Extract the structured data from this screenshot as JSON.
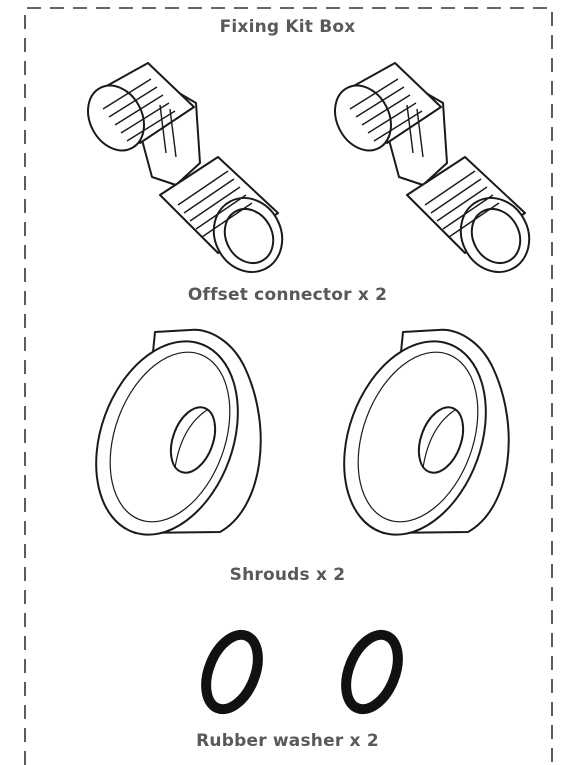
{
  "box": {
    "title": "Fixing Kit Box"
  },
  "items": [
    {
      "label": "Offset connector x 2",
      "icon": "offset-connector-icon",
      "count": 2
    },
    {
      "label": "Shrouds x 2",
      "icon": "shroud-icon",
      "count": 2
    },
    {
      "label": "Rubber washer x 2",
      "icon": "rubber-washer-icon",
      "count": 2
    }
  ],
  "colors": {
    "label_text": "#58595b",
    "line_art": "#1a1a1a",
    "border": "#333333"
  }
}
